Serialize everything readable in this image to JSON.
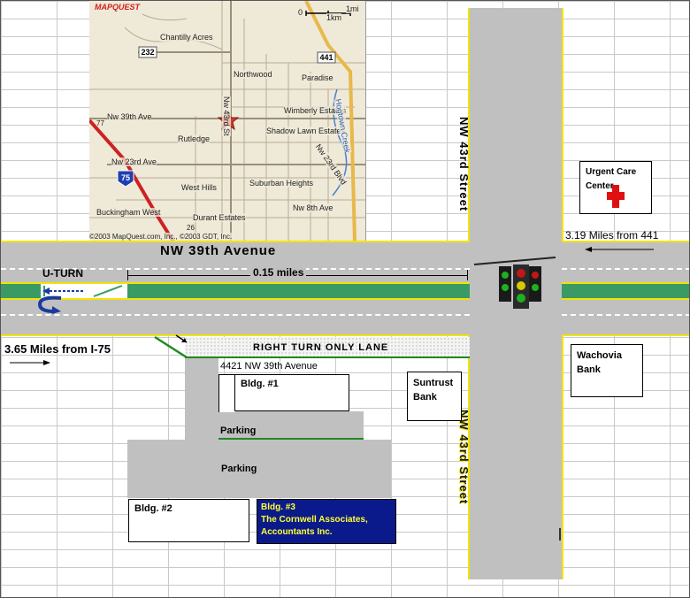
{
  "map": {
    "brand": "MAPQUEST",
    "scale": {
      "zero": "0",
      "mi": "1mi",
      "km": "1km"
    },
    "copyright": "©2003 MapQuest.com, Inc., ©2003 GDT, Inc.",
    "places": [
      "Chantilly Acres",
      "Northwood",
      "Paradise",
      "Nw 39th Ave",
      "Wimberly Estates",
      "Rutledge",
      "Shadow Lawn Estates",
      "Nw 23rd Ave",
      "West Hills",
      "Suburban Heights",
      "Nw 8th Ave",
      "Buckingham West",
      "Durant Estates",
      "Nw 43rd St",
      "Nw 23rd Blvd",
      "Hogtown Creek"
    ],
    "shields": [
      "232",
      "441",
      "75",
      "77",
      "26"
    ],
    "colors": {
      "interstate": "#cc2222",
      "highway": "#e8b84a",
      "star": "#d63a2a"
    }
  },
  "streets": {
    "main_avenue": "NW 39th Avenue",
    "cross_street_top": "NW 43rd Street",
    "cross_street_bottom": "NW 43rd Street"
  },
  "annotations": {
    "from_441": "3.19 Miles from 441",
    "from_i75": "3.65 Miles from I-75",
    "distance": "0.15 miles",
    "uturn": "U-TURN",
    "right_turn": "RIGHT TURN ONLY LANE",
    "address": "4421 NW 39th Avenue"
  },
  "buildings": {
    "urgent_care": "Urgent Care Center",
    "wachovia": "Wachovia Bank",
    "suntrust": "Suntrust Bank",
    "bldg1": "Bldg. #1",
    "bldg2": "Bldg. #2",
    "bldg3_title": "Bldg. #3",
    "bldg3_line1": "The Cornwell Associates,",
    "bldg3_line2": "Accountants Inc.",
    "parking_top": "Parking",
    "parking_main": "Parking"
  },
  "colors": {
    "road": "#c0c0c0",
    "median": "#3a9a64",
    "road_edge": "#f2e300",
    "bldg3_bg": "#0a1a8a",
    "bldg3_text": "#ffff33",
    "right_turn_text": "#1f8a1f",
    "cross_text": "#f2e300"
  }
}
